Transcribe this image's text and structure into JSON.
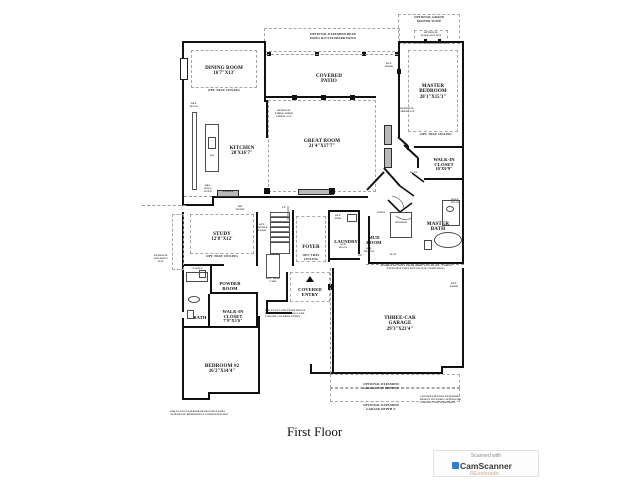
{
  "document": {
    "title": "First Floor",
    "type": "architectural-floor-plan"
  },
  "rooms": [
    {
      "id": "dining-room",
      "name": "DINING ROOM",
      "dimensions": "16'7\"X13'"
    },
    {
      "id": "covered-patio",
      "name": "COVERED\nPATIO",
      "dimensions": ""
    },
    {
      "id": "master-bedroom",
      "name": "MASTER\nBEDROOM",
      "dimensions": "20'1\"X15'3\""
    },
    {
      "id": "kitchen",
      "name": "KITCHEN",
      "dimensions": "20'X16'7\""
    },
    {
      "id": "great-room",
      "name": "GREAT ROOM",
      "dimensions": "21'4\"X17'7\""
    },
    {
      "id": "walk-in-closet-master",
      "name": "WALK-IN\nCLOSET",
      "dimensions": "10'X9'9\""
    },
    {
      "id": "master-bath",
      "name": "MASTER\nBATH",
      "dimensions": ""
    },
    {
      "id": "study",
      "name": "STUDY",
      "dimensions": "12'8\"X12'"
    },
    {
      "id": "foyer",
      "name": "FOYER",
      "dimensions": ""
    },
    {
      "id": "laundry",
      "name": "LAUNDRY",
      "dimensions": ""
    },
    {
      "id": "mud-room",
      "name": "MUD\nROOM",
      "dimensions": ""
    },
    {
      "id": "powder-room",
      "name": "POWDER\nROOM",
      "dimensions": ""
    },
    {
      "id": "bath",
      "name": "BATH",
      "dimensions": ""
    },
    {
      "id": "walk-in-closet-bed2",
      "name": "WALK-IN\nCLOSET",
      "dimensions": "7'9\"X3'6\""
    },
    {
      "id": "covered-entry",
      "name": "COVERED\nENTRY",
      "dimensions": ""
    },
    {
      "id": "three-car-garage",
      "name": "THREE-CAR\nGARAGE",
      "dimensions": "29'3\"X23'4\""
    },
    {
      "id": "bedroom-2",
      "name": "BEDROOM #2",
      "dimensions": "16'2\"X14'4\""
    }
  ],
  "optional_headers": {
    "grand_master_suite": "OPTIONAL GRAND\nMASTER SUITE",
    "expanded_rear_patio": "OPTIONAL EXPANDED REAR\nPATIO ILO STANDARD PATIO"
  },
  "annotations": {
    "opt_walk_out_bay_master": "OPTIONAL\nWALK-OUT BAY",
    "opt_door_patio": "OPT.\nDOOR",
    "opt_tray_ceiling_dining": "OPT. TRAY CEILING",
    "opt_tray_ceiling_master": "OPT. TRAY CEILING",
    "opt_tray_ceiling_study": "OPT. TRAY CEILING",
    "opt_tray_ceiling_foyer": "OPT. TRAY\nCEILING",
    "ref_space": "REF.\nSPACE",
    "optional_three_sided_fireplace": "OPTIONAL\nTHREE-SIDED\nFIREPLACE",
    "optional_fireplace": "OPTIONAL\nFIREPLACE",
    "dbl_wall_oven": "DBL.\nWALL\nOVEN",
    "pantry": "PANTRY",
    "art_niche": "ART\nNICHE",
    "optional_walkout_bay_study": "OPTIONAL\nWALKOUT\nBAY",
    "opt_double_door": "OPT.\nDOUBLE\nDOOR",
    "closet": "CLOSET",
    "opt_desk_cabs": "OPT. DESK\nCABS.",
    "up_stairs": "UP",
    "opt_sink": "OPT.\nSINK",
    "w_d_space": "W/D\nSPACE",
    "linen": "LINEN",
    "shower": "SHOWER",
    "opt_bench": "OPT.\nBENCH",
    "seat": "SEAT",
    "dn_stairs": "DN",
    "knee_space": "KNEE\nSPACE",
    "w_cl": "W. CL.",
    "opt_door_garage": "OPT.\nDOOR",
    "garage_step_note": "NUMBER OF STEPS FROM HOME TO GARAGE / PORCH\nPATIO MAY VARY DUE TO SITE CONDITIONS.",
    "larger_covered_entry_note": "3050 PLANS AND TRADITIONAL\nEXTERIOR DESIGNS INCLUDE\nLARGER COVERED ENTRY",
    "alternate_bedroom_note": "3040 PLANS EXTERIOR DESIGN INCLUDES\nALTERNATE BEDROOM #2 CONFIGURATION",
    "opt_expanded_garage_bay_depth": "OPTIONAL EXPANDED\nGARAGE BAY DEPTH 2'",
    "opt_expanded_garage_depth": "OPTIONAL EXPANDED\nGARAGE DEPTH 4'",
    "country_manor_note": "COUNTRY MANOR  EXTERIOR\nDESIGN INCLUDES ALTERNATE\nGARAGE CONFIGURATION."
  },
  "watermark": {
    "line1": "Scanned with",
    "line2": "CamScanner",
    "sub": "REcolorado"
  },
  "colors": {
    "wall": "#111111",
    "dashed": "#a6a6a6",
    "text": "#0d0d0d",
    "watermark_accent": "#2f7fd0"
  }
}
